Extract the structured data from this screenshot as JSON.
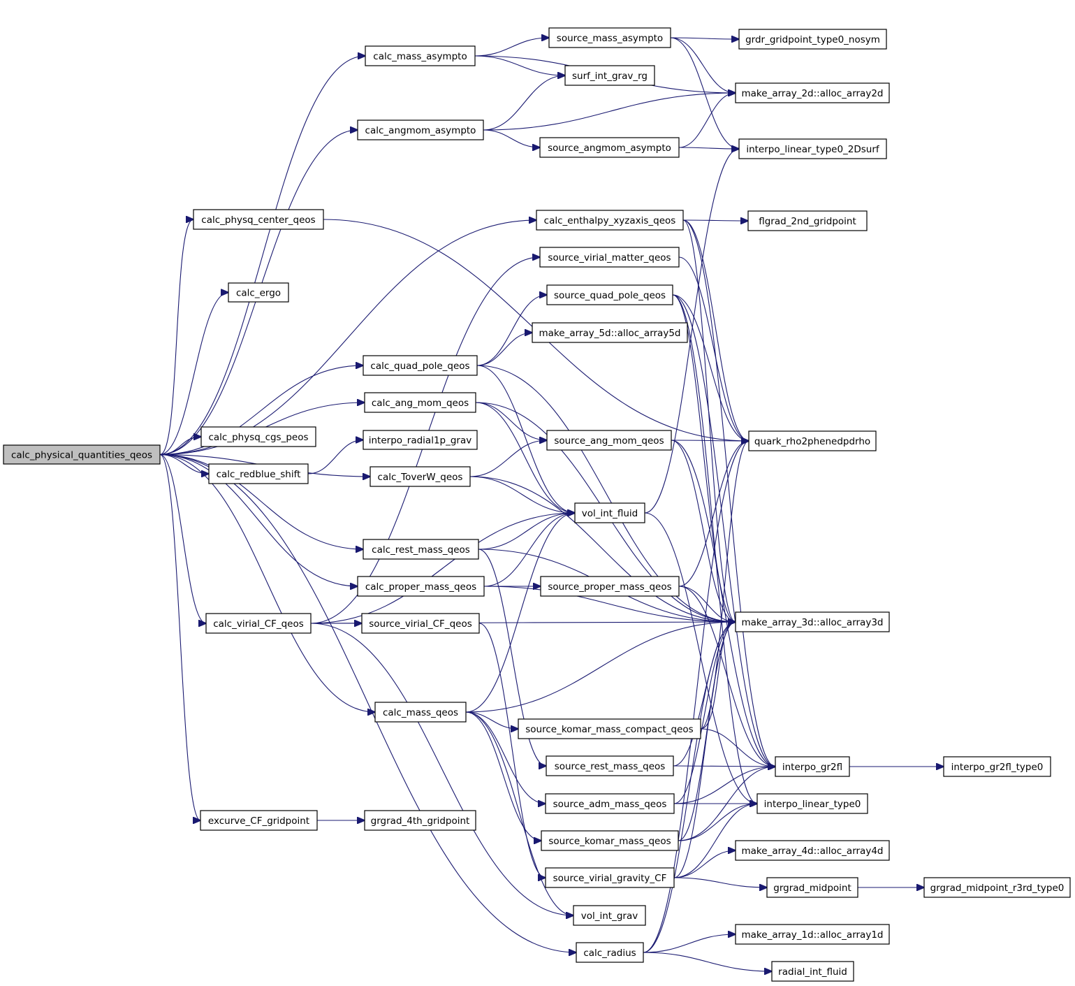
{
  "colors": {
    "edge": "#191970",
    "node_fill": "#ffffff",
    "root_fill": "#bfbfbf",
    "border": "#000000"
  },
  "nodes": {
    "calc_physical_quantities_qeos": "calc_physical_quantities_qeos",
    "calc_mass_asympto": "calc_mass_asympto",
    "calc_angmom_asympto": "calc_angmom_asympto",
    "calc_physq_center_qeos": "calc_physq_center_qeos",
    "calc_ergo": "calc_ergo",
    "calc_physq_cgs_peos": "calc_physq_cgs_peos",
    "calc_redblue_shift": "calc_redblue_shift",
    "calc_virial_CF_qeos": "calc_virial_CF_qeos",
    "excurve_CF_gridpoint": "excurve_CF_gridpoint",
    "calc_quad_pole_qeos": "calc_quad_pole_qeos",
    "calc_ang_mom_qeos": "calc_ang_mom_qeos",
    "interpo_radial1p_grav": "interpo_radial1p_grav",
    "calc_ToverW_qeos": "calc_ToverW_qeos",
    "calc_rest_mass_qeos": "calc_rest_mass_qeos",
    "calc_proper_mass_qeos": "calc_proper_mass_qeos",
    "source_virial_CF_qeos": "source_virial_CF_qeos",
    "calc_mass_qeos": "calc_mass_qeos",
    "grgrad_4th_gridpoint": "grgrad_4th_gridpoint",
    "source_mass_asympto": "source_mass_asympto",
    "surf_int_grav_rg": "surf_int_grav_rg",
    "source_angmom_asympto": "source_angmom_asympto",
    "calc_enthalpy_xyzaxis_qeos": "calc_enthalpy_xyzaxis_qeos",
    "source_virial_matter_qeos": "source_virial_matter_qeos",
    "source_quad_pole_qeos": "source_quad_pole_qeos",
    "make_array_5d_alloc": "make_array_5d::alloc_array5d",
    "source_ang_mom_qeos": "source_ang_mom_qeos",
    "vol_int_fluid": "vol_int_fluid",
    "source_proper_mass_qeos": "source_proper_mass_qeos",
    "source_komar_mass_compact_qeos": "source_komar_mass_compact_qeos",
    "source_rest_mass_qeos": "source_rest_mass_qeos",
    "source_adm_mass_qeos": "source_adm_mass_qeos",
    "source_komar_mass_qeos": "source_komar_mass_qeos",
    "source_virial_gravity_CF": "source_virial_gravity_CF",
    "vol_int_grav": "vol_int_grav",
    "calc_radius": "calc_radius",
    "grdr_gridpoint_type0_nosym": "grdr_gridpoint_type0_nosym",
    "make_array_2d_alloc": "make_array_2d::alloc_array2d",
    "interpo_linear_type0_2Dsurf": "interpo_linear_type0_2Dsurf",
    "flgrad_2nd_gridpoint": "flgrad_2nd_gridpoint",
    "quark_rho2phenedpdrho": "quark_rho2phenedpdrho",
    "make_array_3d_alloc": "make_array_3d::alloc_array3d",
    "interpo_gr2fl": "interpo_gr2fl",
    "interpo_linear_type0": "interpo_linear_type0",
    "make_array_4d_alloc": "make_array_4d::alloc_array4d",
    "grgrad_midpoint": "grgrad_midpoint",
    "make_array_1d_alloc": "make_array_1d::alloc_array1d",
    "radial_int_fluid": "radial_int_fluid",
    "interpo_gr2fl_type0": "interpo_gr2fl_type0",
    "grgrad_midpoint_r3rd_type0": "grgrad_midpoint_r3rd_type0"
  },
  "edges": [
    [
      "calc_physical_quantities_qeos",
      "calc_mass_asympto"
    ],
    [
      "calc_physical_quantities_qeos",
      "calc_angmom_asympto"
    ],
    [
      "calc_physical_quantities_qeos",
      "calc_physq_center_qeos"
    ],
    [
      "calc_physical_quantities_qeos",
      "calc_ergo"
    ],
    [
      "calc_physical_quantities_qeos",
      "calc_enthalpy_xyzaxis_qeos"
    ],
    [
      "calc_physical_quantities_qeos",
      "calc_quad_pole_qeos"
    ],
    [
      "calc_physical_quantities_qeos",
      "calc_ang_mom_qeos"
    ],
    [
      "calc_physical_quantities_qeos",
      "calc_physq_cgs_peos"
    ],
    [
      "calc_physical_quantities_qeos",
      "calc_redblue_shift"
    ],
    [
      "calc_physical_quantities_qeos",
      "calc_ToverW_qeos"
    ],
    [
      "calc_physical_quantities_qeos",
      "calc_rest_mass_qeos"
    ],
    [
      "calc_physical_quantities_qeos",
      "calc_proper_mass_qeos"
    ],
    [
      "calc_physical_quantities_qeos",
      "calc_virial_CF_qeos"
    ],
    [
      "calc_physical_quantities_qeos",
      "calc_mass_qeos"
    ],
    [
      "calc_physical_quantities_qeos",
      "calc_radius"
    ],
    [
      "calc_physical_quantities_qeos",
      "excurve_CF_gridpoint"
    ],
    [
      "calc_mass_asympto",
      "source_mass_asympto"
    ],
    [
      "calc_mass_asympto",
      "surf_int_grav_rg"
    ],
    [
      "calc_mass_asympto",
      "make_array_2d_alloc"
    ],
    [
      "calc_angmom_asympto",
      "surf_int_grav_rg"
    ],
    [
      "calc_angmom_asympto",
      "make_array_2d_alloc"
    ],
    [
      "calc_angmom_asympto",
      "source_angmom_asympto"
    ],
    [
      "source_mass_asympto",
      "grdr_gridpoint_type0_nosym"
    ],
    [
      "source_mass_asympto",
      "make_array_2d_alloc"
    ],
    [
      "source_mass_asympto",
      "interpo_linear_type0_2Dsurf"
    ],
    [
      "source_angmom_asympto",
      "make_array_2d_alloc"
    ],
    [
      "source_angmom_asympto",
      "interpo_linear_type0_2Dsurf"
    ],
    [
      "calc_physq_center_qeos",
      "quark_rho2phenedpdrho"
    ],
    [
      "calc_enthalpy_xyzaxis_qeos",
      "flgrad_2nd_gridpoint"
    ],
    [
      "calc_enthalpy_xyzaxis_qeos",
      "quark_rho2phenedpdrho"
    ],
    [
      "calc_enthalpy_xyzaxis_qeos",
      "make_array_3d_alloc"
    ],
    [
      "calc_enthalpy_xyzaxis_qeos",
      "interpo_gr2fl"
    ],
    [
      "calc_quad_pole_qeos",
      "source_quad_pole_qeos"
    ],
    [
      "calc_quad_pole_qeos",
      "make_array_5d_alloc"
    ],
    [
      "calc_quad_pole_qeos",
      "make_array_3d_alloc"
    ],
    [
      "calc_quad_pole_qeos",
      "vol_int_fluid"
    ],
    [
      "calc_ang_mom_qeos",
      "source_ang_mom_qeos"
    ],
    [
      "calc_ang_mom_qeos",
      "make_array_3d_alloc"
    ],
    [
      "calc_ang_mom_qeos",
      "vol_int_fluid"
    ],
    [
      "calc_redblue_shift",
      "interpo_radial1p_grav"
    ],
    [
      "calc_ToverW_qeos",
      "source_ang_mom_qeos"
    ],
    [
      "calc_ToverW_qeos",
      "vol_int_fluid"
    ],
    [
      "calc_ToverW_qeos",
      "make_array_3d_alloc"
    ],
    [
      "calc_rest_mass_qeos",
      "vol_int_fluid"
    ],
    [
      "calc_rest_mass_qeos",
      "make_array_3d_alloc"
    ],
    [
      "calc_rest_mass_qeos",
      "source_rest_mass_qeos"
    ],
    [
      "calc_proper_mass_qeos",
      "source_proper_mass_qeos"
    ],
    [
      "calc_proper_mass_qeos",
      "vol_int_fluid"
    ],
    [
      "calc_proper_mass_qeos",
      "make_array_3d_alloc"
    ],
    [
      "calc_virial_CF_qeos",
      "source_virial_CF_qeos"
    ],
    [
      "calc_virial_CF_qeos",
      "vol_int_fluid"
    ],
    [
      "calc_virial_CF_qeos",
      "make_array_3d_alloc"
    ],
    [
      "calc_virial_CF_qeos",
      "source_virial_matter_qeos"
    ],
    [
      "calc_virial_CF_qeos",
      "vol_int_grav"
    ],
    [
      "source_virial_CF_qeos",
      "source_virial_gravity_CF"
    ],
    [
      "calc_mass_qeos",
      "vol_int_fluid"
    ],
    [
      "calc_mass_qeos",
      "make_array_3d_alloc"
    ],
    [
      "calc_mass_qeos",
      "source_komar_mass_compact_qeos"
    ],
    [
      "calc_mass_qeos",
      "source_adm_mass_qeos"
    ],
    [
      "calc_mass_qeos",
      "source_komar_mass_qeos"
    ],
    [
      "calc_mass_qeos",
      "vol_int_grav"
    ],
    [
      "excurve_CF_gridpoint",
      "grgrad_4th_gridpoint"
    ],
    [
      "source_virial_matter_qeos",
      "quark_rho2phenedpdrho"
    ],
    [
      "source_quad_pole_qeos",
      "quark_rho2phenedpdrho"
    ],
    [
      "source_quad_pole_qeos",
      "make_array_3d_alloc"
    ],
    [
      "source_quad_pole_qeos",
      "interpo_gr2fl"
    ],
    [
      "source_quad_pole_qeos",
      "interpo_linear_type0"
    ],
    [
      "source_ang_mom_qeos",
      "quark_rho2phenedpdrho"
    ],
    [
      "source_ang_mom_qeos",
      "make_array_3d_alloc"
    ],
    [
      "source_ang_mom_qeos",
      "interpo_gr2fl"
    ],
    [
      "vol_int_fluid",
      "interpo_linear_type0_2Dsurf"
    ],
    [
      "vol_int_fluid",
      "interpo_linear_type0"
    ],
    [
      "source_proper_mass_qeos",
      "make_array_3d_alloc"
    ],
    [
      "source_proper_mass_qeos",
      "interpo_gr2fl"
    ],
    [
      "source_proper_mass_qeos",
      "quark_rho2phenedpdrho"
    ],
    [
      "source_komar_mass_compact_qeos",
      "make_array_3d_alloc"
    ],
    [
      "source_komar_mass_compact_qeos",
      "quark_rho2phenedpdrho"
    ],
    [
      "source_komar_mass_compact_qeos",
      "interpo_gr2fl"
    ],
    [
      "source_rest_mass_qeos",
      "make_array_3d_alloc"
    ],
    [
      "source_rest_mass_qeos",
      "interpo_gr2fl"
    ],
    [
      "source_adm_mass_qeos",
      "make_array_3d_alloc"
    ],
    [
      "source_adm_mass_qeos",
      "interpo_linear_type0"
    ],
    [
      "source_adm_mass_qeos",
      "interpo_gr2fl"
    ],
    [
      "source_komar_mass_qeos",
      "make_array_3d_alloc"
    ],
    [
      "source_komar_mass_qeos",
      "interpo_linear_type0"
    ],
    [
      "source_komar_mass_qeos",
      "interpo_gr2fl"
    ],
    [
      "source_virial_gravity_CF",
      "make_array_4d_alloc"
    ],
    [
      "source_virial_gravity_CF",
      "grgrad_midpoint"
    ],
    [
      "source_virial_gravity_CF",
      "make_array_3d_alloc"
    ],
    [
      "source_virial_gravity_CF",
      "interpo_linear_type0"
    ],
    [
      "calc_radius",
      "make_array_1d_alloc"
    ],
    [
      "calc_radius",
      "radial_int_fluid"
    ],
    [
      "calc_radius",
      "make_array_3d_alloc"
    ],
    [
      "calc_radius",
      "quark_rho2phenedpdrho"
    ],
    [
      "interpo_gr2fl",
      "interpo_gr2fl_type0"
    ],
    [
      "grgrad_midpoint",
      "grgrad_midpoint_r3rd_type0"
    ]
  ]
}
